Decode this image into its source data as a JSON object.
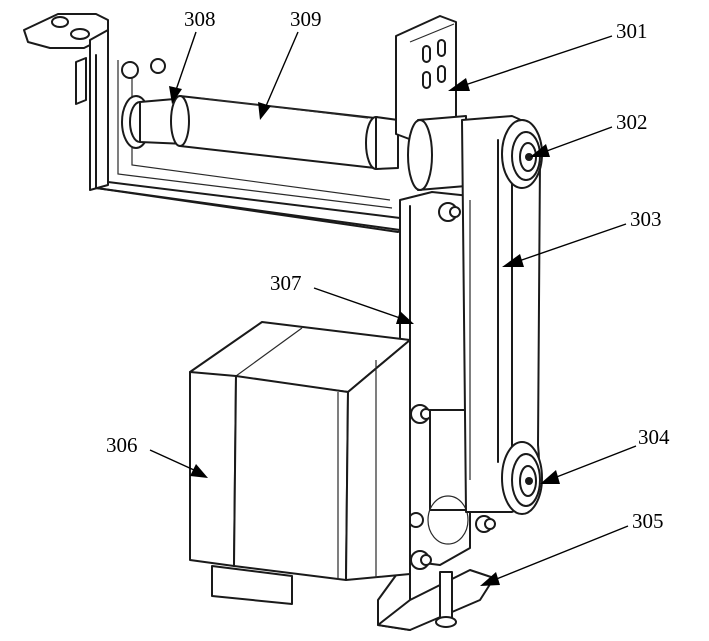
{
  "callouts": [
    {
      "id": "301",
      "label": "301"
    },
    {
      "id": "302",
      "label": "302"
    },
    {
      "id": "303",
      "label": "303"
    },
    {
      "id": "304",
      "label": "304"
    },
    {
      "id": "305",
      "label": "305"
    },
    {
      "id": "306",
      "label": "306"
    },
    {
      "id": "307",
      "label": "307"
    },
    {
      "id": "308",
      "label": "308"
    },
    {
      "id": "309",
      "label": "309"
    }
  ]
}
